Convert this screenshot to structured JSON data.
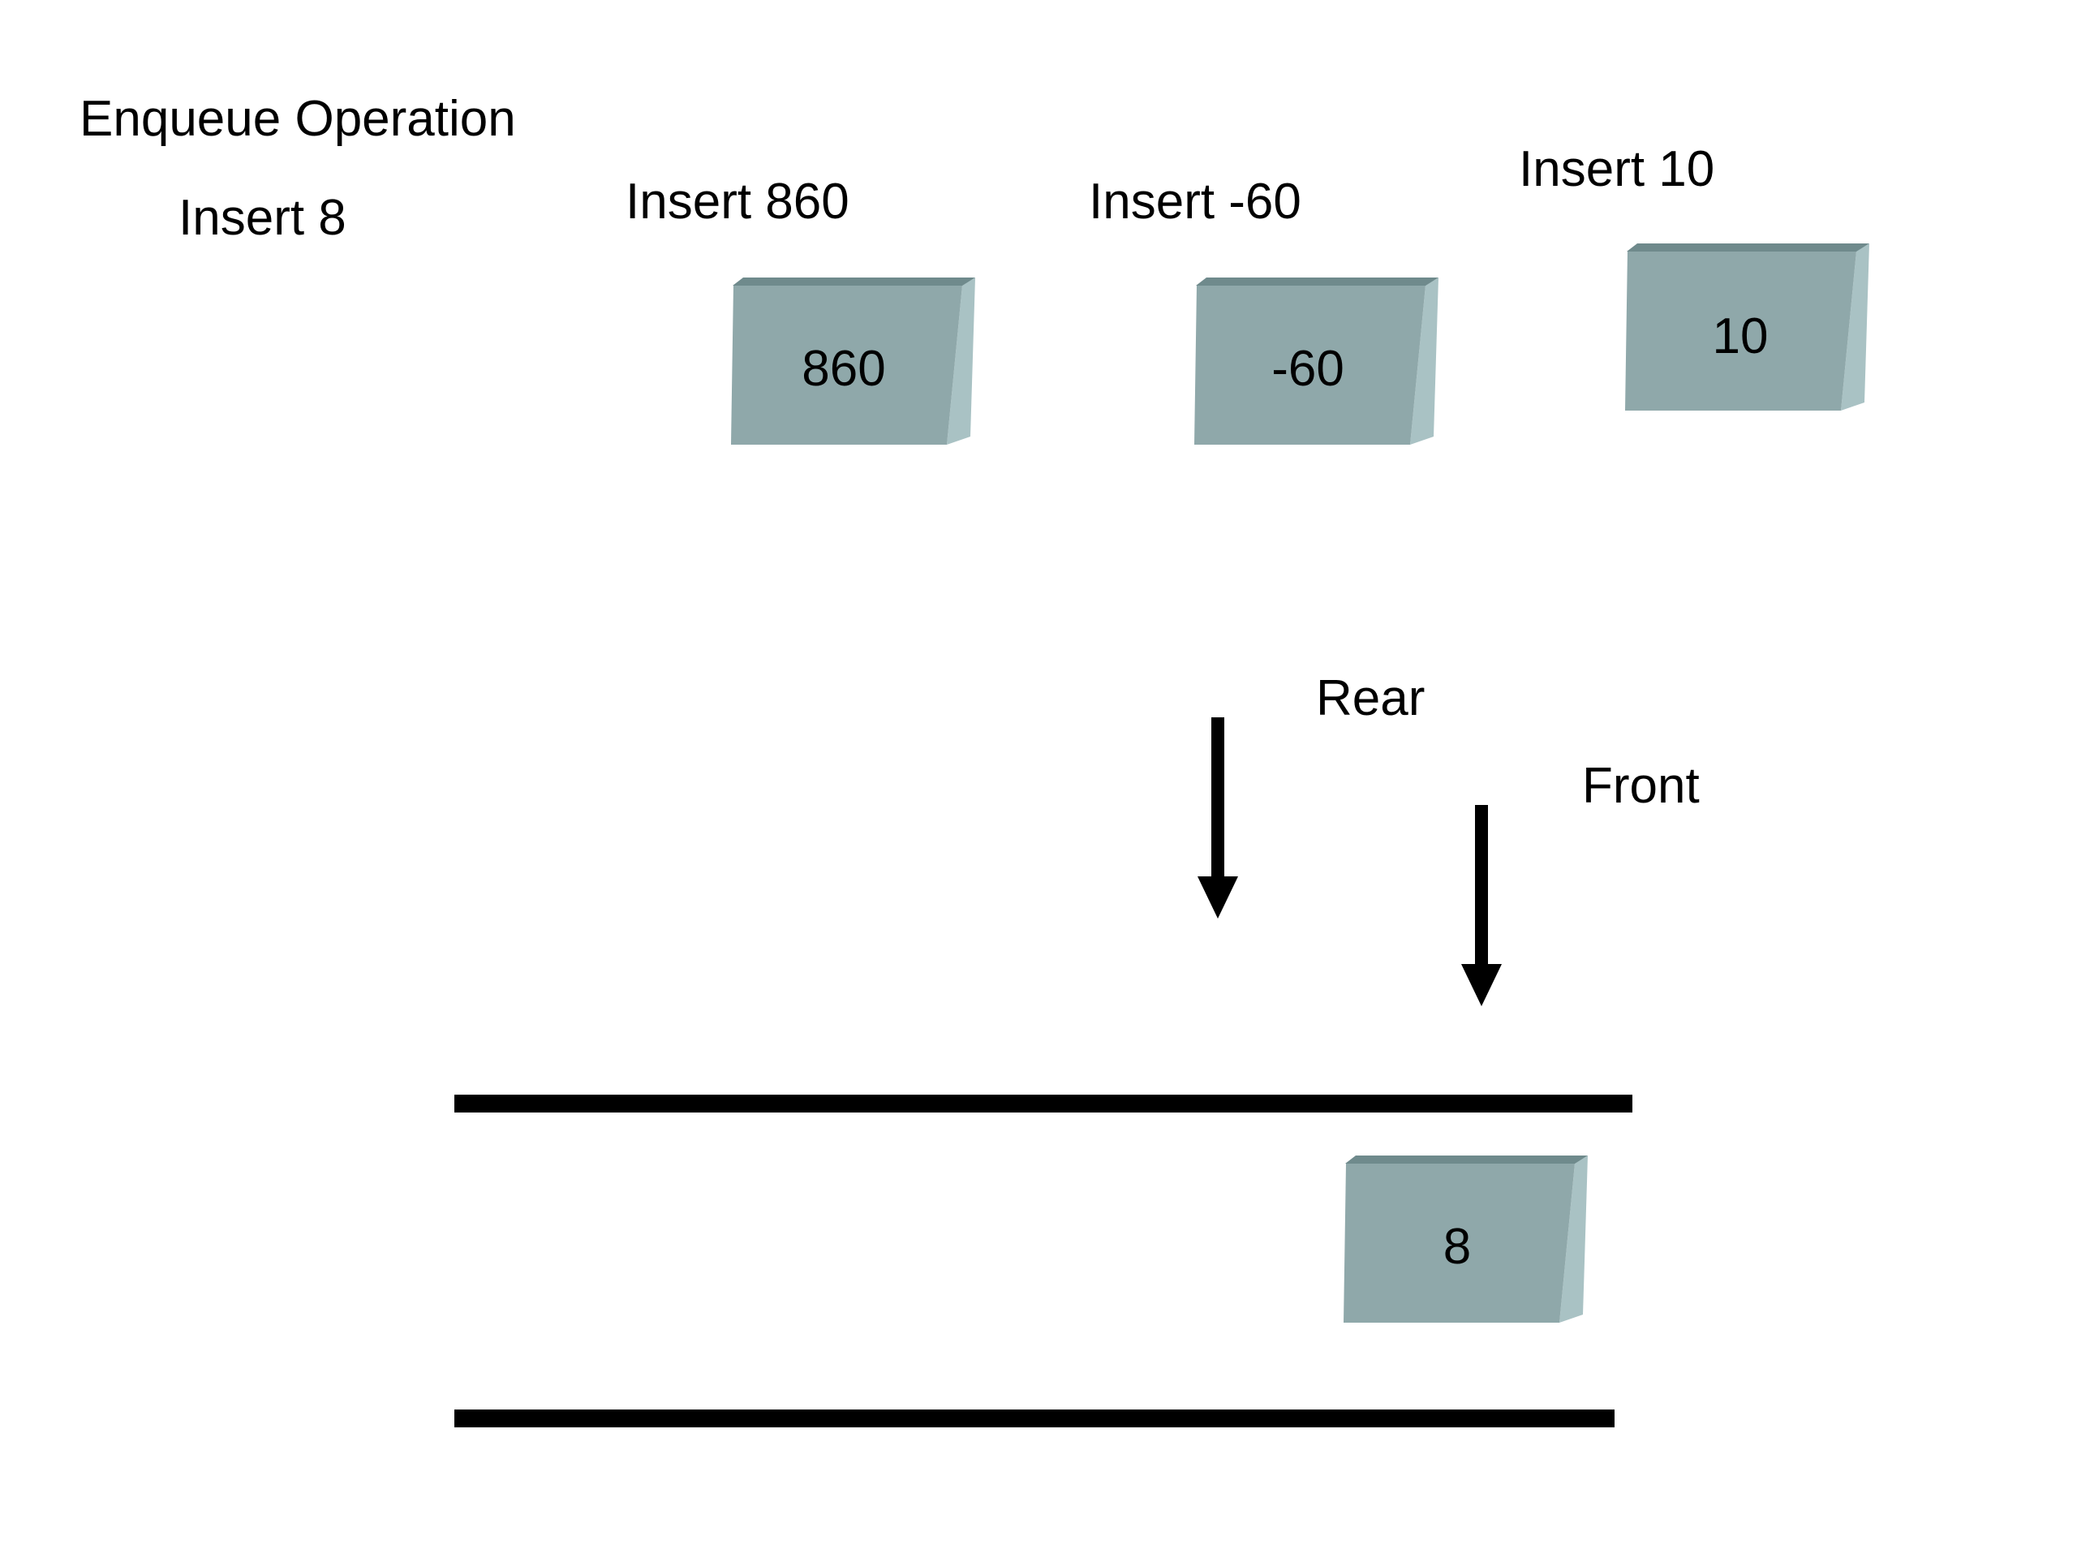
{
  "title": "Enqueue Operation",
  "steps": [
    {
      "label": "Insert 8",
      "value": "8"
    },
    {
      "label": "Insert 860",
      "value": "860"
    },
    {
      "label": "Insert -60",
      "value": "-60"
    },
    {
      "label": "Insert 10",
      "value": "10"
    }
  ],
  "pointers": {
    "rear": "Rear",
    "front": "Front"
  },
  "queue": {
    "contents": [
      "8"
    ]
  },
  "colors": {
    "box_front": "#8fa8aa",
    "box_top": "#6f8a8c",
    "box_side": "#a9c2c4",
    "lines": "#000000"
  }
}
